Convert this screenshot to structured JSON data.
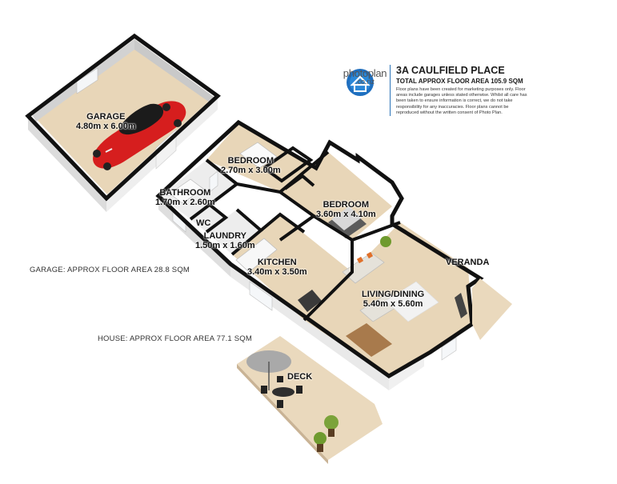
{
  "header": {
    "brand_name": "photoplan",
    "brand_domain": ".co.nz",
    "brand_icon": "house-in-circle-icon",
    "brand_color": "#1f6fbf",
    "address": "3A CAULFIELD PLACE",
    "total_area": "TOTAL APPROX FLOOR AREA 105.9 SQM",
    "disclaimer_lines": [
      "Floor plans have been created for marketing purposes only. Floor",
      "areas include garages unless stated otherwise. Whilst all care has",
      "been taken to ensure information is correct, we do not take",
      "responsibility for any inaccuracies. Floor plans cannot be",
      "reproduced without the written consent of Photo Plan."
    ]
  },
  "rooms": {
    "garage": {
      "name": "GARAGE",
      "size": "4.80m x 6.00m"
    },
    "bedroom1": {
      "name": "BEDROOM",
      "size": "2.70m x 3.00m"
    },
    "bedroom2": {
      "name": "BEDROOM",
      "size": "3.60m x 4.10m"
    },
    "bathroom": {
      "name": "BATHROOM",
      "size": "1.70m x 2.60m"
    },
    "wc": {
      "name": "WC"
    },
    "laundry": {
      "name": "LAUNDRY",
      "size": "1.50m x 1.60m"
    },
    "kitchen": {
      "name": "KITCHEN",
      "size": "3.40m x 3.50m"
    },
    "living": {
      "name": "LIVING/DINING",
      "size": "5.40m x 5.60m"
    },
    "veranda": {
      "name": "VERANDA"
    },
    "deck": {
      "name": "DECK"
    }
  },
  "areas": {
    "garage": "GARAGE: APPROX FLOOR AREA 28.8 SQM",
    "house": "HOUSE: APPROX FLOOR AREA 77.1 SQM"
  },
  "colors": {
    "wall_top": "#111111",
    "wall_face": "#e6e6e6",
    "floor_wood": "#e8d6b8",
    "floor_tile": "#ededed",
    "deck": "#ead9bd",
    "car": "#d61e1e"
  }
}
